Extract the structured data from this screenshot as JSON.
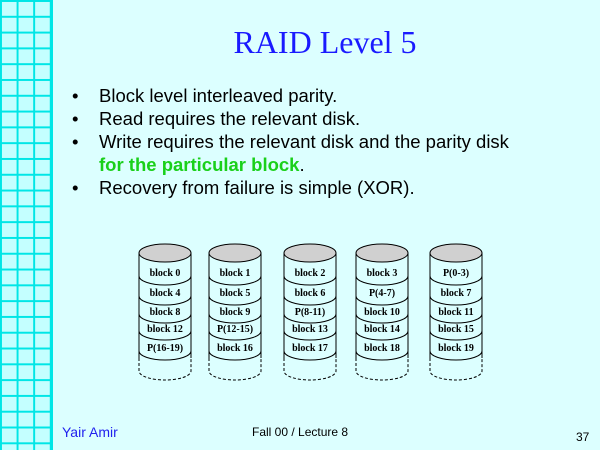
{
  "slide": {
    "title": "RAID Level 5",
    "bullets": [
      {
        "text": "Block level interleaved parity.",
        "highlight": ""
      },
      {
        "text": "Read requires the relevant disk.",
        "highlight": ""
      },
      {
        "text": "Write requires the relevant disk and the parity disk",
        "highlight": "for the particular block",
        "tail": "."
      },
      {
        "text": "Recovery from failure is simple (XOR).",
        "highlight": ""
      }
    ],
    "highlight_color": "#1ad01a",
    "title_color": "#1a1aff"
  },
  "disks": [
    {
      "name": "disk-0",
      "blocks": [
        "block 0",
        "block 4",
        "block 8",
        "block 12",
        "P(16-19)"
      ]
    },
    {
      "name": "disk-1",
      "blocks": [
        "block 1",
        "block 5",
        "block 9",
        "P(12-15)",
        "block 16"
      ]
    },
    {
      "name": "disk-2",
      "blocks": [
        "block 2",
        "block 6",
        "P(8-11)",
        "block 13",
        "block 17"
      ]
    },
    {
      "name": "disk-3",
      "blocks": [
        "block 3",
        "P(4-7)",
        "block 10",
        "block 14",
        "block 18"
      ]
    },
    {
      "name": "disk-4",
      "blocks": [
        "P(0-3)",
        "block 7",
        "block 11",
        "block 15",
        "block 19"
      ]
    }
  ],
  "footer": {
    "author": "Yair Amir",
    "course": "Fall 00 / Lecture 8",
    "page": "37"
  }
}
